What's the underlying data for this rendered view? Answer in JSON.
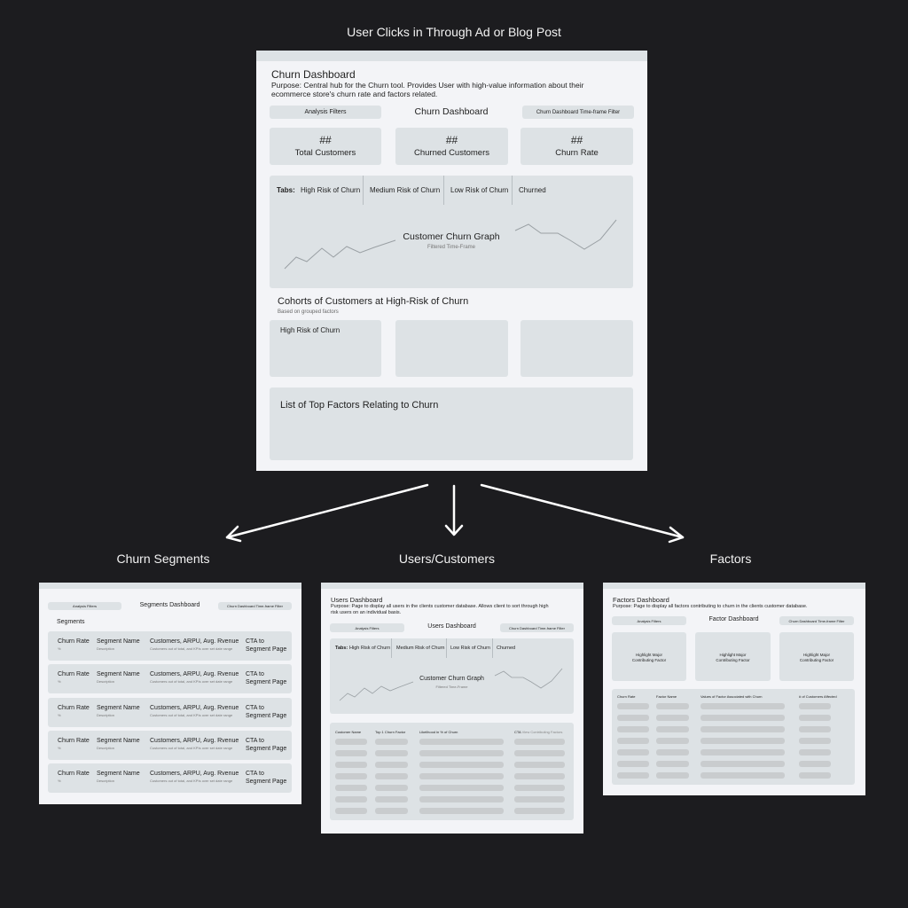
{
  "top_caption": "User Clicks in Through Ad or Blog Post",
  "main": {
    "title": "Churn Dashboard",
    "purpose_line1": "Purpose: Central hub for the Churn tool. Provides User with high-value information about their",
    "purpose_line2": "ecommerce store's churn rate and factors related.",
    "analysis_filters": "Analysis Filters",
    "header": "Churn Dashboard",
    "timeframe_filter": "Churn Dashboard Time-frame Filter",
    "stats": [
      {
        "value": "##",
        "label": "Total Customers"
      },
      {
        "value": "##",
        "label": "Churned Customers"
      },
      {
        "value": "##",
        "label": "Churn Rate"
      }
    ],
    "tabs_label": "Tabs:",
    "tabs": [
      "High Risk of Churn",
      "Medium Risk of Churn",
      "Low Risk of Churn",
      "Churned"
    ],
    "graph_title": "Customer Churn Graph",
    "graph_subtitle": "Filtered Time-Frame",
    "cohorts_title": "Cohorts of Customers at High-Risk of Churn",
    "cohorts_subtitle": "Based on grouped factors",
    "cohort_card": "High Risk of Churn",
    "factors_title": "List of Top Factors Relating to Churn"
  },
  "captions": {
    "segments": "Churn Segments",
    "users": "Users/Customers",
    "factors": "Factors"
  },
  "segments": {
    "analysis_filters": "Analysis Filters",
    "header": "Segments Dashboard",
    "timeframe_filter": "Churn Dashboard Time-frame Filter",
    "title": "Segments",
    "row": {
      "col1_title": "Churn Rate",
      "col1_sub": "%",
      "col2_title": "Segment Name",
      "col2_sub": "Description",
      "col3_title": "Customers, ARPU, Avg. Rvenue",
      "col3_sub": "Customers out of total, and KPIs over set date range",
      "col4_line1": "CTA to",
      "col4_line2": "Segment Page"
    }
  },
  "users": {
    "title": "Users Dashboard",
    "purpose_line1": "Purpose: Page to display all users in the clients customer database. Allows client to sort through high",
    "purpose_line2": "risk users on an individual basis.",
    "analysis_filters": "Analysis Filters",
    "header": "Users Dashboard",
    "timeframe_filter": "Churn Dashboard Time-frame Filter",
    "tabs_label": "Tabs:",
    "tabs": [
      "High Risk of Churn",
      "Medium Risk of Churn",
      "Low Risk of Churn",
      "Churned"
    ],
    "graph_title": "Customer Churn Graph",
    "graph_subtitle": "Filtered Time-Frame",
    "columns": [
      "Customer Name",
      "Top 1 Churn Factor",
      "Likelihood in % of Churn"
    ],
    "cta_label": "CTA",
    "cta_rest": "View Contributing Factors"
  },
  "factors": {
    "title": "Factors Dashboard",
    "purpose": "Purpose: Page to display all factors contributing to churn in the clients customer database.",
    "analysis_filters": "Analysis Filters",
    "header": "Factor Dashboard",
    "timeframe_filter": "Churn Dashboard Time-frame Filter",
    "highlight_line1": "Highlight Major",
    "highlight_line2": "Contributing Factor",
    "columns": [
      "Churn Rate",
      "Factor Name",
      "Values of Factor Associated with Churn",
      "# of Customers Affected"
    ]
  }
}
